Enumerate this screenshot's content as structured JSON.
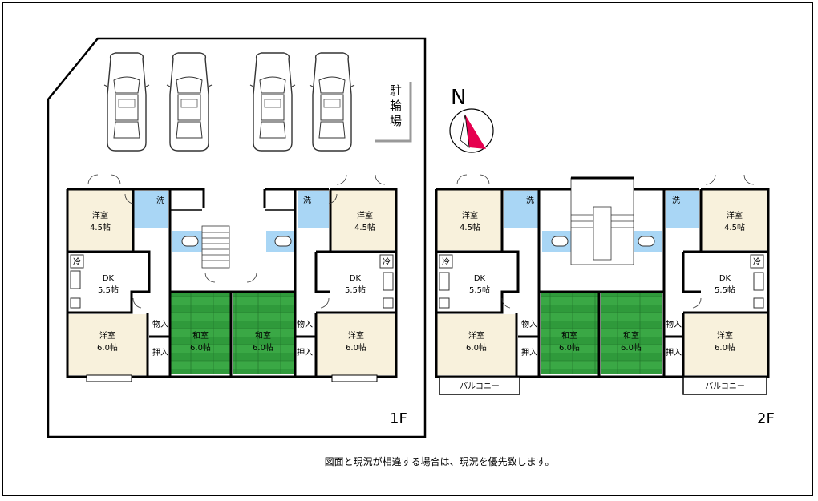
{
  "rooms": {
    "yoshitsu": "洋室",
    "washitsu": "和室",
    "dk": "DK",
    "size_45": "4.5帖",
    "size_55": "5.5帖",
    "size_60": "6.0帖"
  },
  "fixtures": {
    "wash": "洗",
    "fridge": "冷",
    "storage": "物入",
    "closet": "押入",
    "balcony": "バルコニー"
  },
  "labels": {
    "bike_parking": "駐輪場",
    "north": "N",
    "floor1": "1F",
    "floor2": "2F"
  },
  "footer": {
    "note": "図面と現況が相違する場合は、現況を優先致します。"
  },
  "colors": {
    "washitsu_green": "#2e9e3a",
    "bath_blue": "#a9d6f5",
    "room_beige": "#f8f1dc",
    "compass_red": "#e6004f"
  }
}
